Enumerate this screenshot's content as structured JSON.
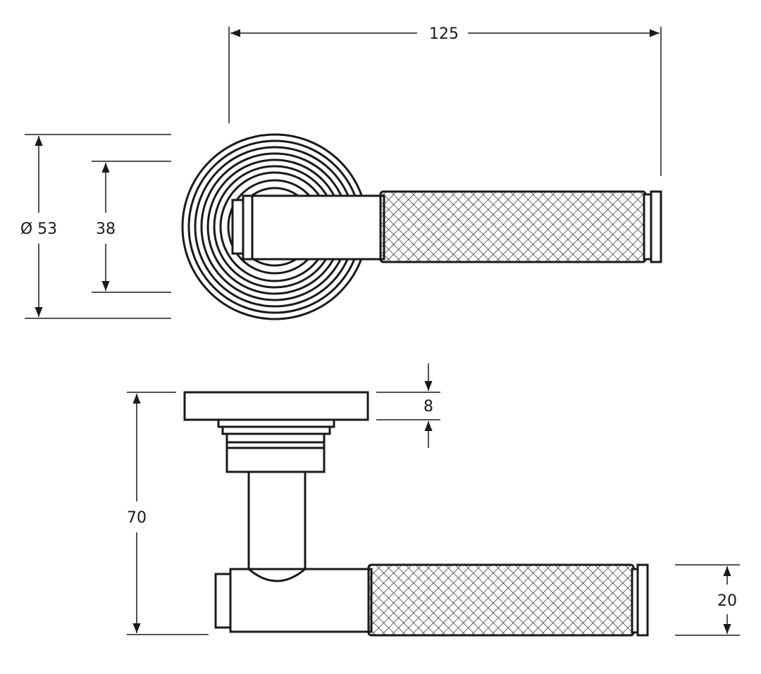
{
  "dimensions": {
    "overall_length": "125",
    "rose_diameter": "Ø 53",
    "inner_diameter": "38",
    "rose_thickness": "8",
    "projection": "70",
    "lever_height": "20"
  },
  "colors": {
    "line": "#1a1a1a",
    "background": "#ffffff"
  }
}
